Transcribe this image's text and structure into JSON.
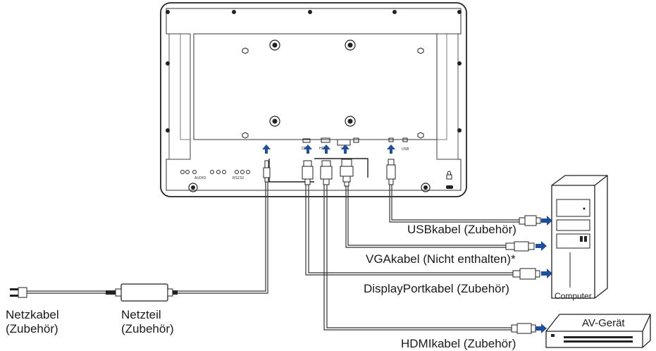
{
  "colors": {
    "arrow": "#1d4f9c",
    "line": "#222222",
    "background": "#ffffff"
  },
  "monitor": {
    "port_marks": [
      "USB",
      "AUDIO",
      "RS232",
      "HDMI",
      "DP",
      "VGA"
    ]
  },
  "labels": {
    "usb": "USBkabel (Zubehör)",
    "vga": "VGAkabel (Nicht enthalten)*",
    "displayport": "DisplayPortkabel (Zubehör)",
    "hdmi": "HDMIkabel (Zubehör)",
    "computer": "Computer",
    "av_device": "AV-Gerät",
    "power_cable_line1": "Netzkabel",
    "power_cable_line2": "(Zubehör)",
    "adapter_line1": "Netzteil",
    "adapter_line2": "(Zubehör)"
  },
  "icons": [
    "arrow-up-icon",
    "arrow-right-icon",
    "plug-icon",
    "computer-tower-icon",
    "av-device-icon",
    "lock-icon"
  ]
}
